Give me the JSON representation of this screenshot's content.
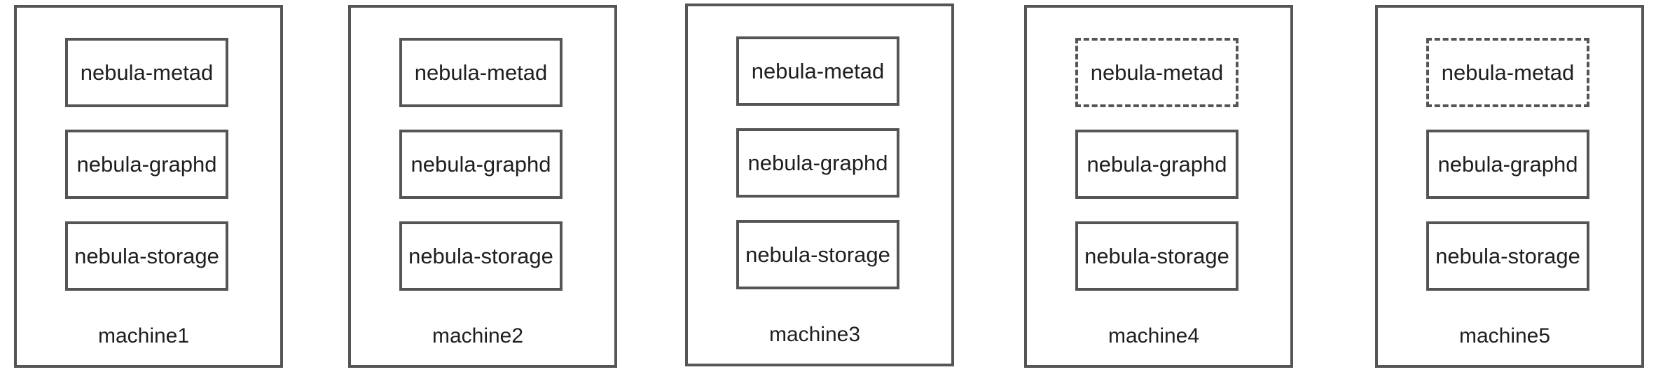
{
  "machines": [
    {
      "label": "machine1",
      "services": [
        {
          "label": "nebula-metad",
          "dashed": false
        },
        {
          "label": "nebula-graphd",
          "dashed": false
        },
        {
          "label": "nebula-storage",
          "dashed": false
        }
      ]
    },
    {
      "label": "machine2",
      "services": [
        {
          "label": "nebula-metad",
          "dashed": false
        },
        {
          "label": "nebula-graphd",
          "dashed": false
        },
        {
          "label": "nebula-storage",
          "dashed": false
        }
      ]
    },
    {
      "label": "machine3",
      "services": [
        {
          "label": "nebula-metad",
          "dashed": false
        },
        {
          "label": "nebula-graphd",
          "dashed": false
        },
        {
          "label": "nebula-storage",
          "dashed": false
        }
      ]
    },
    {
      "label": "machine4",
      "services": [
        {
          "label": "nebula-metad",
          "dashed": true
        },
        {
          "label": "nebula-graphd",
          "dashed": false
        },
        {
          "label": "nebula-storage",
          "dashed": false
        }
      ]
    },
    {
      "label": "machine5",
      "services": [
        {
          "label": "nebula-metad",
          "dashed": true
        },
        {
          "label": "nebula-graphd",
          "dashed": false
        },
        {
          "label": "nebula-storage",
          "dashed": false
        }
      ]
    }
  ],
  "colors": {
    "border": "#555555",
    "text": "#1f1f1f",
    "background": "#ffffff"
  }
}
